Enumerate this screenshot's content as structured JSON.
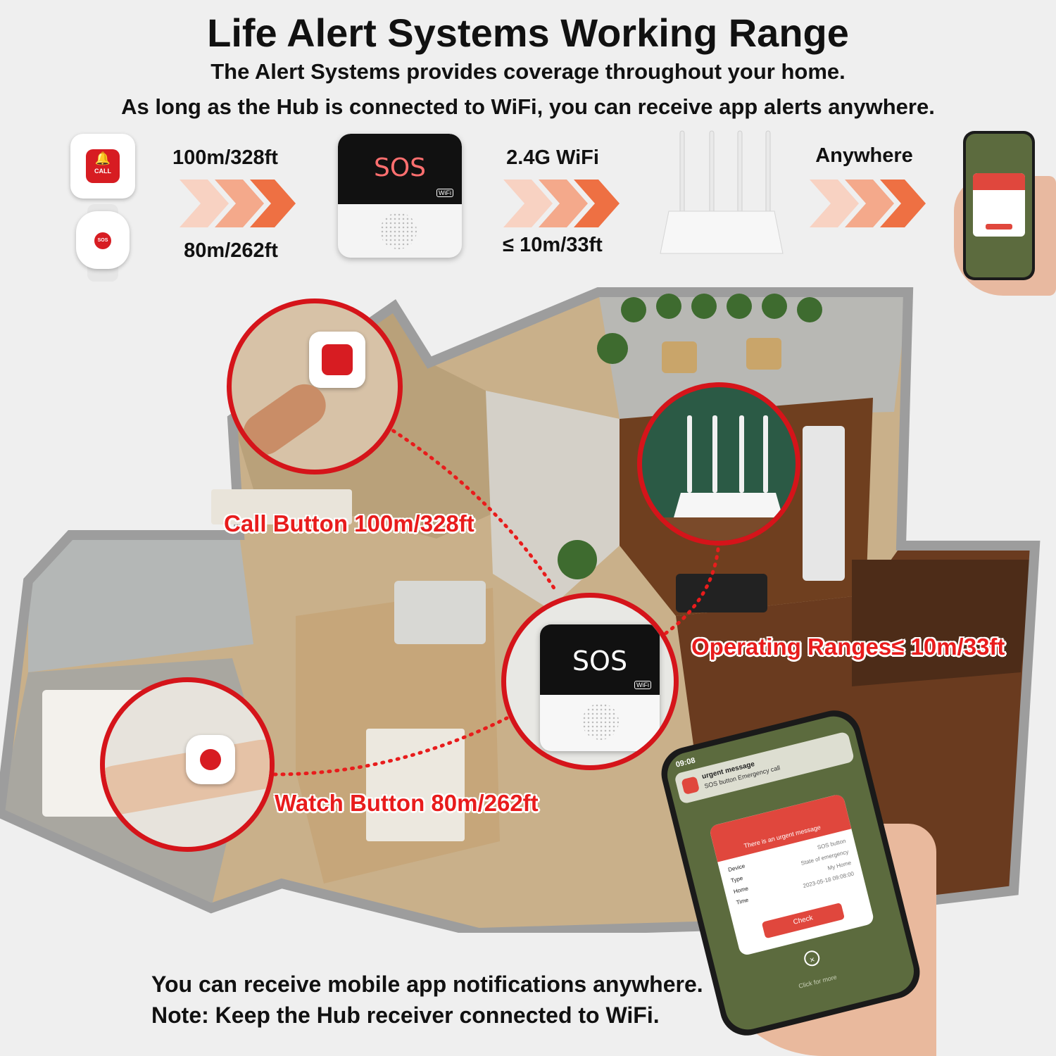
{
  "header": {
    "title": "Life Alert Systems Working Range",
    "line1": "The Alert Systems provides coverage throughout your home.",
    "line2": "As long as the Hub is connected to WiFi, you can receive app alerts anywhere."
  },
  "flow": {
    "button_range_top": "100m/328ft",
    "button_range_bottom": "80m/262ft",
    "wifi_label": "2.4G WiFi",
    "wifi_range": "≤ 10m/33ft",
    "anywhere_label": "Anywhere",
    "call_button_text": "CALL",
    "watch_button_text": "SOS",
    "hub_screen_text": "SOS",
    "hub_wifi_badge": "WiFi"
  },
  "callouts": {
    "call_button": "Call Button 100m/328ft",
    "operating": "Operating Ranges≤ 10m/33ft",
    "watch_button": "Watch Button 80m/262ft",
    "hub_screen_text": "SOS",
    "hub_wifi_badge": "WiFi"
  },
  "phone": {
    "time": "09:08",
    "notif_title": "urgent message",
    "notif_body": "SOS button Emergency call",
    "dialog_title": "There is an urgent message",
    "rows": [
      {
        "label": "Device",
        "value": "SOS button"
      },
      {
        "label": "Type",
        "value": "State of emergency"
      },
      {
        "label": "Home",
        "value": "My Home"
      },
      {
        "label": "Time",
        "value": "2023-05-18 09:08:00"
      }
    ],
    "check_button": "Check",
    "click_more": "Click for more"
  },
  "footer": {
    "line1": "You can receive mobile app notifications anywhere.",
    "line2": "Note: Keep the Hub receiver connected to WiFi."
  },
  "colors": {
    "accent_red": "#e81c1c",
    "arrow_light": "#f6c8b6",
    "arrow_dark": "#ee7043",
    "phone_green": "#5c6b3e",
    "dialog_red": "#e0473d"
  }
}
